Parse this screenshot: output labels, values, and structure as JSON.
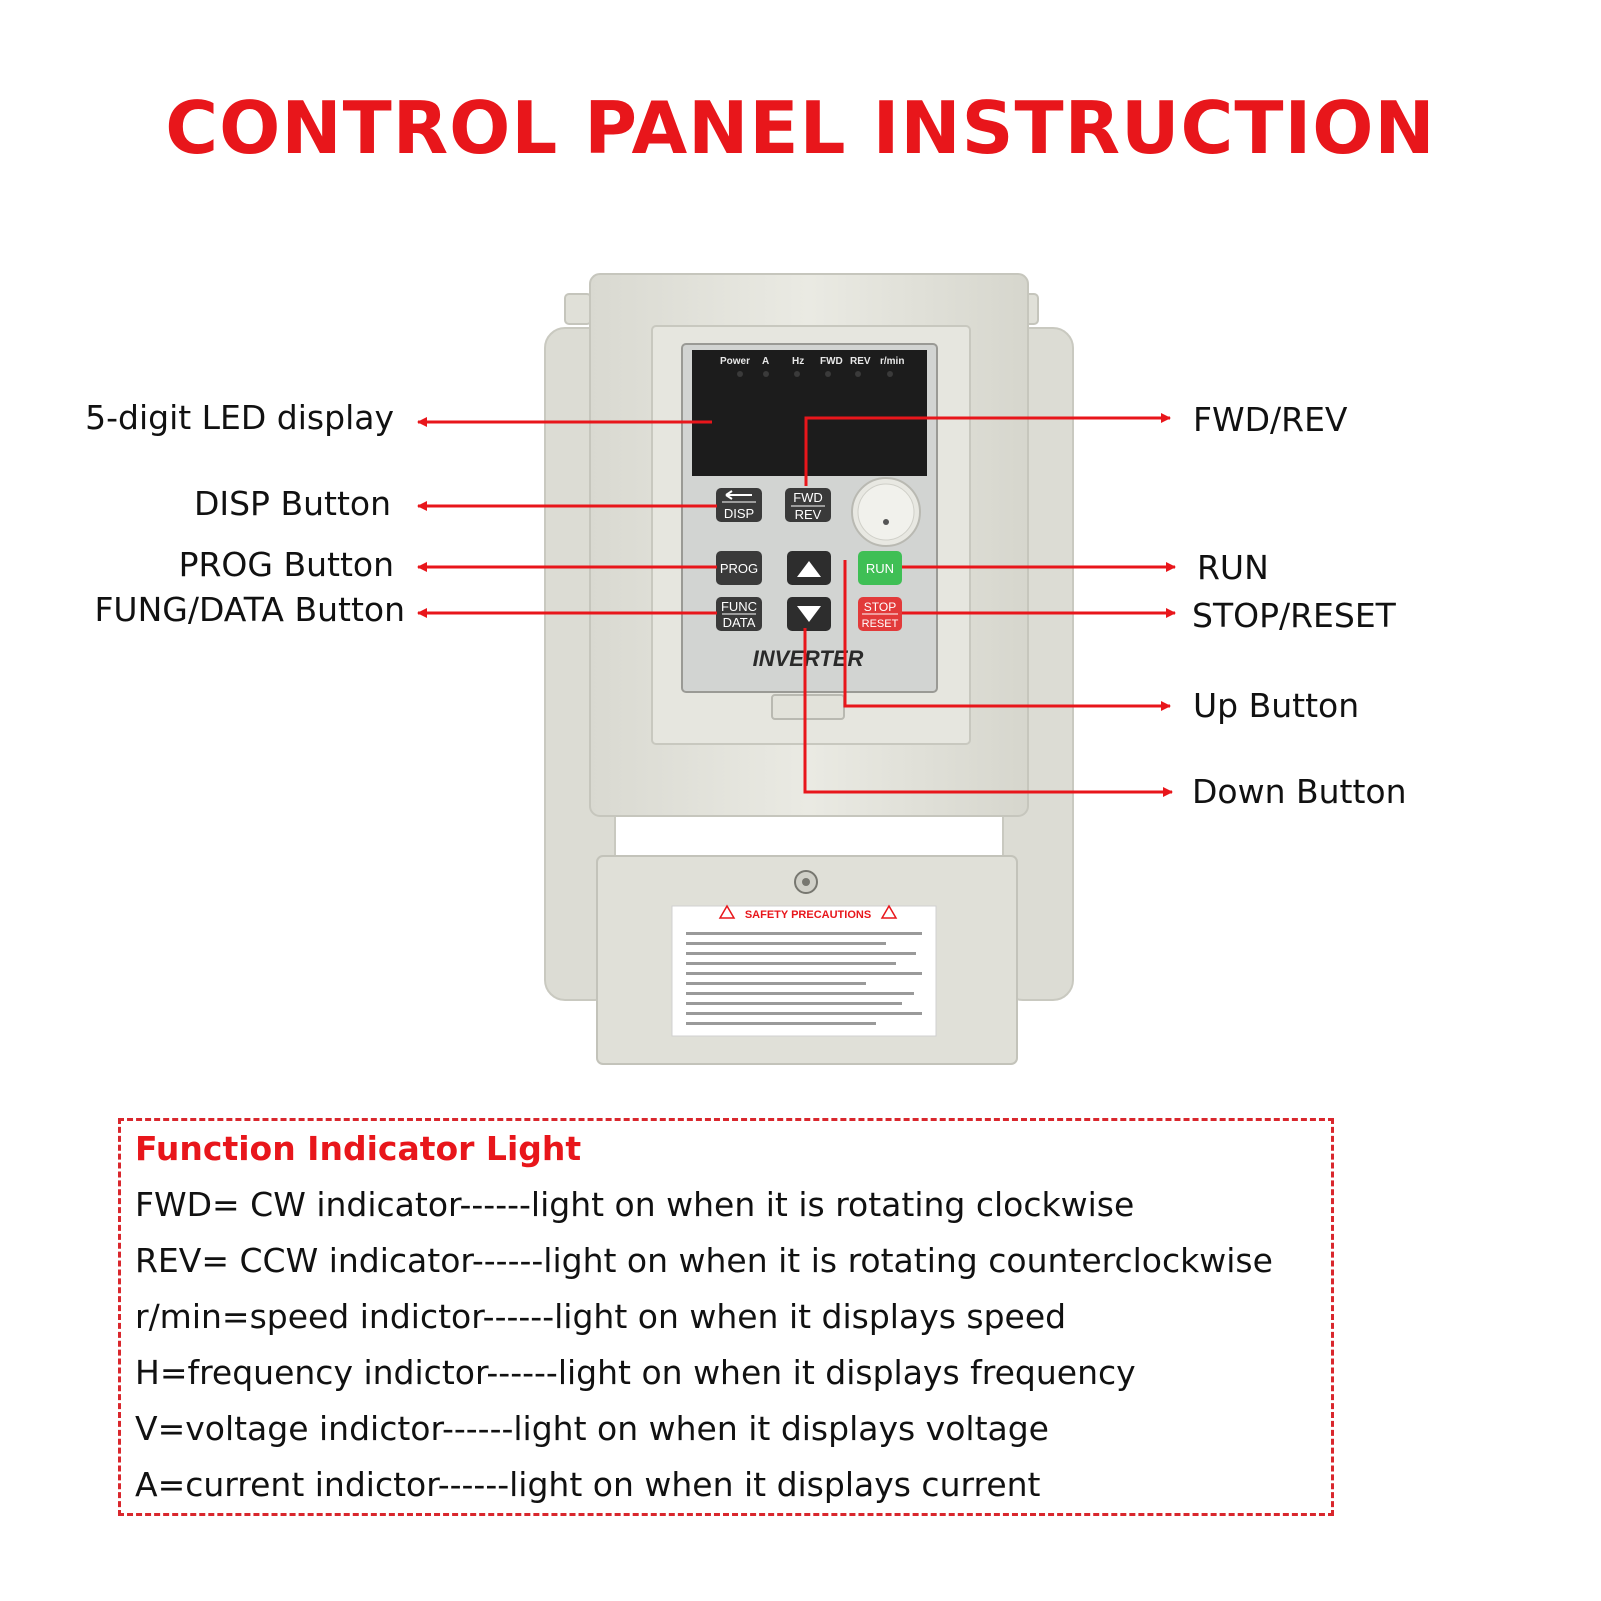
{
  "title": "CONTROL PANEL INSTRUCTION",
  "callouts": {
    "led_display": "5-digit LED display",
    "disp_button": "DISP Button",
    "prog_button": "PROG Button",
    "func_data_button": "FUNG/DATA Button",
    "fwd_rev": "FWD/REV",
    "run": "RUN",
    "stop_reset": "STOP/RESET",
    "up_button": "Up Button",
    "down_button": "Down Button"
  },
  "device": {
    "indicators": [
      "Power",
      "A",
      "Hz",
      "FWD",
      "REV",
      "r/min"
    ],
    "disp_key": "DISP",
    "fwd_key": "FWD",
    "rev_key": "REV",
    "prog_key": "PROG",
    "func_key": "FUNC",
    "data_key": "DATA",
    "run_key": "RUN",
    "stop_key": "STOP",
    "reset_key": "RESET",
    "brand": "INVERTER",
    "safety_title": "SAFETY PRECAUTIONS"
  },
  "legend": {
    "title": "Function Indicator Light",
    "lines": [
      "FWD= CW indicator------light on when it is rotating clockwise",
      "REV= CCW indicator------light on when it is rotating counterclockwise",
      "r/min=speed indictor------light on when it displays speed",
      "H=frequency indictor------light on when it displays frequency",
      "V=voltage indictor------light on when it displays voltage",
      "A=current indictor------light on when it displays current"
    ]
  },
  "colors": {
    "accent": "#e8161b",
    "arrow": "#e8161b",
    "housing": "#e4e4dc",
    "display": "#1c1c1c",
    "run_key": "#3fbf55",
    "stop_key": "#e23a3a"
  }
}
